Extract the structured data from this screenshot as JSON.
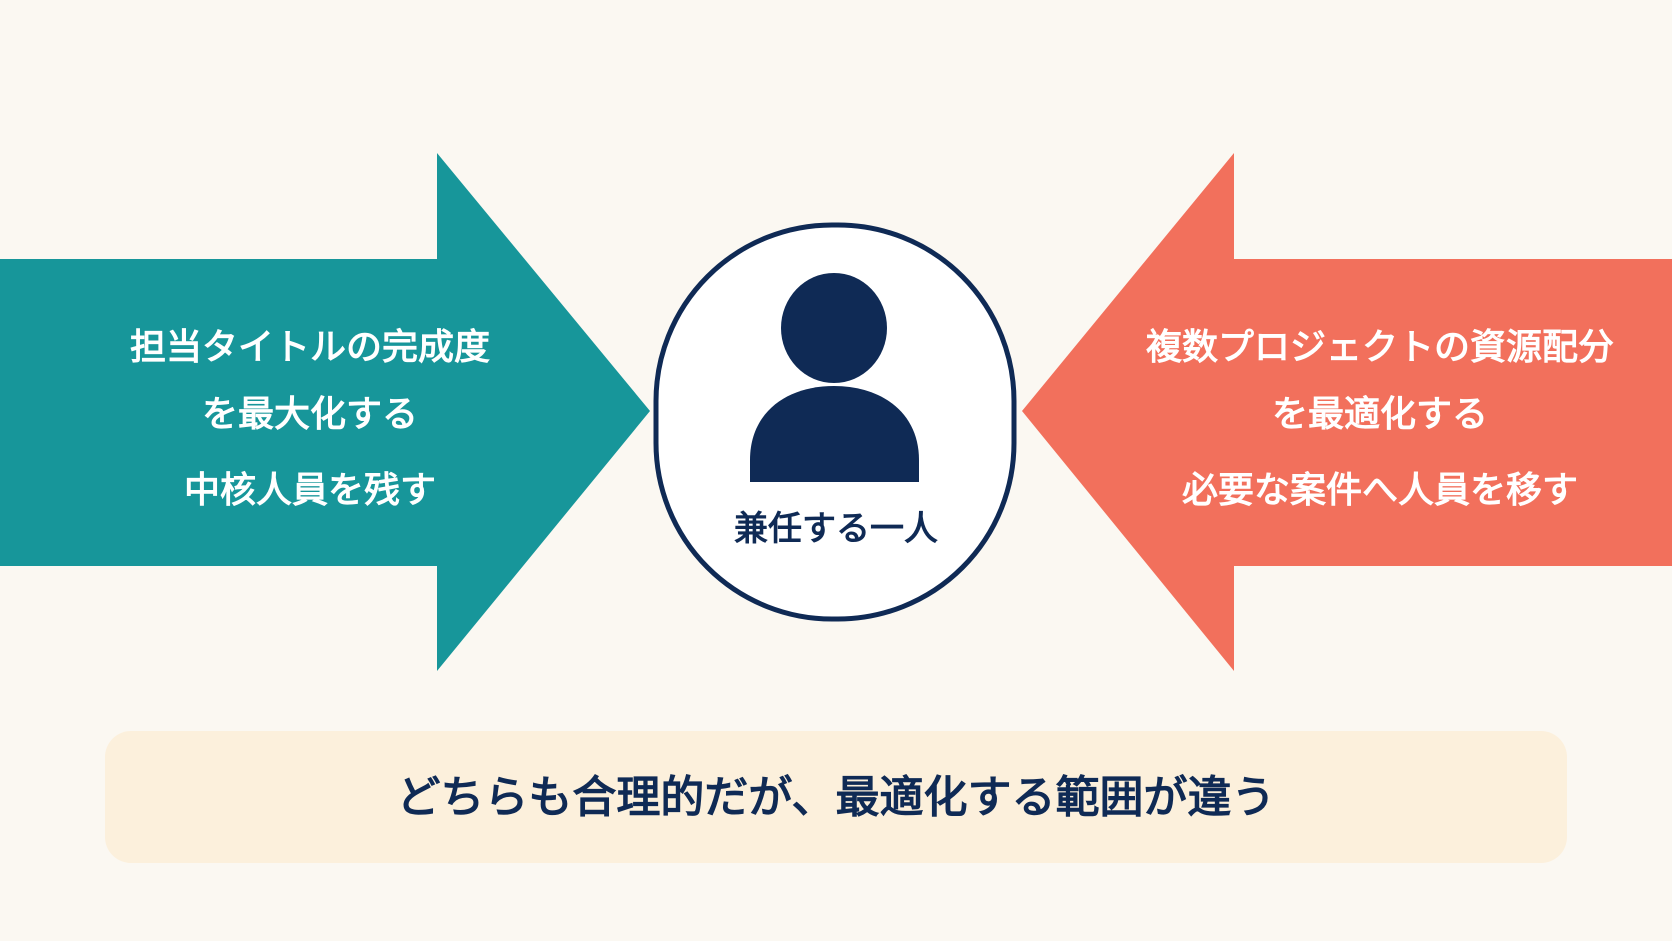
{
  "colors": {
    "background": "#fbf8f2",
    "left_arrow": "#17969a",
    "right_arrow": "#f2705c",
    "navy": "#0f2a55",
    "bottom_box": "#fcf0dc"
  },
  "left_arrow": {
    "line1": "担当タイトルの完成度",
    "line2": "を最大化する",
    "line3": "中核人員を残す"
  },
  "right_arrow": {
    "line1": "複数プロジェクトの資源配分",
    "line2": "を最適化する",
    "line3": "必要な案件へ人員を移す"
  },
  "center": {
    "icon": "person-icon",
    "label": "兼任する一人"
  },
  "bottom": {
    "text": "どちらも合理的だが、最適化する範囲が違う"
  }
}
